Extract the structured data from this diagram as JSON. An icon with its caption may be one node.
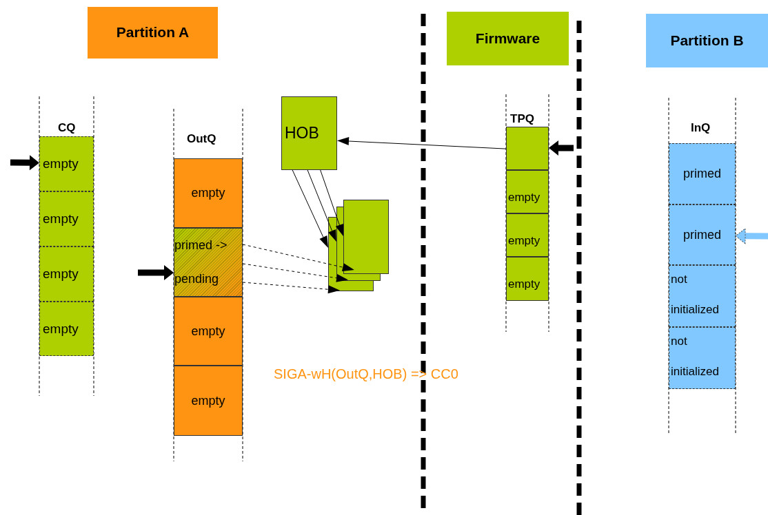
{
  "diagram": {
    "nodes": [
      {
        "text": [
          "Partition A"
        ]
      },
      {
        "text": [
          "Firmware"
        ]
      },
      {
        "text": [
          "Partition B"
        ]
      },
      {
        "text": [
          "empty"
        ]
      },
      {
        "text": [
          "empty"
        ]
      },
      {
        "text": [
          "empty"
        ]
      },
      {
        "text": [
          "empty"
        ]
      },
      {
        "text": [
          "empty"
        ]
      },
      {
        "text": [
          "primed ->",
          "pending"
        ]
      },
      {
        "text": [
          "empty"
        ]
      },
      {
        "text": [
          "empty"
        ]
      },
      {
        "text": [
          "HOB"
        ]
      },
      {
        "text": [],
        "shape": "stack"
      },
      {
        "text": [],
        "shape": "box"
      },
      {
        "text": [
          "empty"
        ]
      },
      {
        "text": [
          "empty"
        ]
      },
      {
        "text": [
          "empty"
        ]
      },
      {
        "text": [
          "primed"
        ]
      },
      {
        "text": [
          "primed"
        ]
      },
      {
        "text": [
          "not initialized"
        ]
      },
      {
        "text": [
          "not initialized"
        ]
      }
    ],
    "edges": [
      {
        "from": 13,
        "to": 11,
        "arrow": "to"
      },
      {
        "from": 11,
        "to": 12,
        "arrow": "to"
      },
      {
        "from": 11,
        "to": 12,
        "arrow": "to"
      },
      {
        "from": 11,
        "to": 12,
        "arrow": "to"
      },
      {
        "from": 8,
        "to": 12,
        "arrow": "to",
        "style": "dashed"
      },
      {
        "from": 8,
        "to": 12,
        "arrow": "to",
        "style": "dashed"
      },
      {
        "from": 8,
        "to": 12,
        "arrow": "to",
        "style": "dashed"
      },
      {
        "from": null,
        "to": 3,
        "arrow": "to",
        "style": "thick"
      },
      {
        "from": null,
        "to": 8,
        "arrow": "to",
        "style": "thick"
      },
      {
        "from": null,
        "to": 13,
        "arrow": "to",
        "style": "thick"
      },
      {
        "from": null,
        "to": 18,
        "arrow": "to",
        "style": "thick",
        "color": "#80c8ff"
      }
    ],
    "labels": [
      "CQ",
      "OutQ",
      "TPQ",
      "InQ",
      "SIGA-wH(OutQ,HOB) => CC0"
    ]
  }
}
